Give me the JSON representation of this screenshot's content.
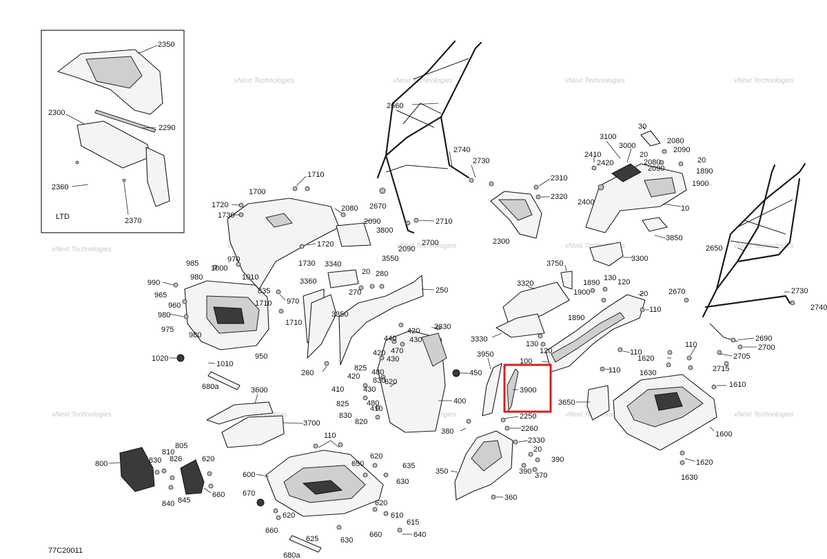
{
  "diagram_code": "77C20011",
  "inset": {
    "label": "LTD"
  },
  "watermark": "vNext Technologies",
  "highlight": {
    "part": "3900",
    "color": "#d42020"
  },
  "callouts": {
    "c2350": "2350",
    "c2300a": "2300",
    "c2290": "2290",
    "c2360": "2360",
    "c2370": "2370",
    "c2660": "2660",
    "c2740": "2740",
    "c2730a": "2730",
    "c2670a": "2670",
    "c2710": "2710",
    "c2700a": "2700",
    "c2090a": "2090",
    "c2310": "2310",
    "c2320": "2320",
    "c2300b": "2300",
    "c30": "30",
    "c3100": "3100",
    "c3000": "3000",
    "c2410": "2410",
    "c2420": "2420",
    "c20a": "20",
    "c2080a": "2080",
    "c2090b": "2090",
    "c2080b": "2080",
    "c2090c": "2090",
    "c20b": "20",
    "c1890a": "1890",
    "c1900a": "1900",
    "c2400": "2400",
    "c10": "10",
    "c3850": "3850",
    "c1710a": "1710",
    "c1700": "1700",
    "c1720a": "1720",
    "c1730a": "1730",
    "c2080c": "2080",
    "c2090d": "2090",
    "c3800": "3800",
    "c1720b": "1720",
    "c1730b": "1730",
    "c3550": "3550",
    "c985": "985",
    "c1000": "1000",
    "c970a": "970",
    "c980a": "980",
    "c1010a": "1010",
    "c990": "990",
    "c965": "965",
    "c960": "960",
    "c980b": "980",
    "c975": "975",
    "c980c": "980",
    "c835": "835",
    "c1710b": "1710",
    "c970b": "970",
    "c1710c": "1710",
    "c950": "950",
    "c1020": "1020",
    "c1010b": "1010",
    "c680a1": "680a",
    "c3340": "3340",
    "c3360": "3360",
    "c20c": "20",
    "c270": "270",
    "c280": "280",
    "c250": "250",
    "c3350": "3350",
    "c260": "260",
    "c2330a": "2330",
    "c440": "440",
    "c420a": "420",
    "c430a": "430",
    "c470": "470",
    "c420b": "420",
    "c430b": "430",
    "c825a": "825",
    "c480a": "480",
    "c420c": "420",
    "c830a": "830",
    "c620a": "620",
    "c430c": "430",
    "c410a": "410",
    "c825b": "825",
    "c480b": "480",
    "c830b": "830",
    "c410b": "410",
    "c820": "820",
    "c450": "450",
    "c400": "400",
    "c3750": "3750",
    "c3300": "3300",
    "c3320": "3320",
    "c1890b": "1890",
    "c130a": "130",
    "c120a": "120",
    "c1900b": "1900",
    "c20d": "20",
    "c1890c": "1890",
    "c3330": "3330",
    "c130b": "130",
    "c120b": "120",
    "c100": "100",
    "c110a": "110",
    "c110b": "110",
    "c110c": "110",
    "c3950": "3950",
    "c3900": "3900",
    "c3650": "3650",
    "c2650": "2650",
    "c2670b": "2670",
    "c2730b": "2730",
    "c2740b": "2740",
    "c2690": "2690",
    "c2700b": "2700",
    "c2705": "2705",
    "c2715": "2715",
    "c110d": "110",
    "c1620a": "1620",
    "c1630a": "1630",
    "c1610": "1610",
    "c1600": "1600",
    "c1620b": "1620",
    "c1630b": "1630",
    "c3600": "3600",
    "c3700": "3700",
    "c800": "800",
    "c830c": "830",
    "c810": "810",
    "c805": "805",
    "c826": "826",
    "c620b": "620",
    "c840": "840",
    "c845": "845",
    "c660a": "660",
    "c110e": "110",
    "c600": "600",
    "c620c": "620",
    "c650": "650",
    "c635": "635",
    "c630a": "630",
    "c670": "670",
    "c620d": "620",
    "c610": "610",
    "c615": "615",
    "c660b": "660",
    "c660c": "660",
    "c640": "640",
    "c625": "625",
    "c630b": "630",
    "c680a2": "680a",
    "c2250": "2250",
    "c380": "380",
    "c2260": "2260",
    "c2330b": "2330",
    "c20e": "20",
    "c390a": "390",
    "c350": "350",
    "c390b": "390",
    "c370": "370",
    "c360": "360"
  }
}
